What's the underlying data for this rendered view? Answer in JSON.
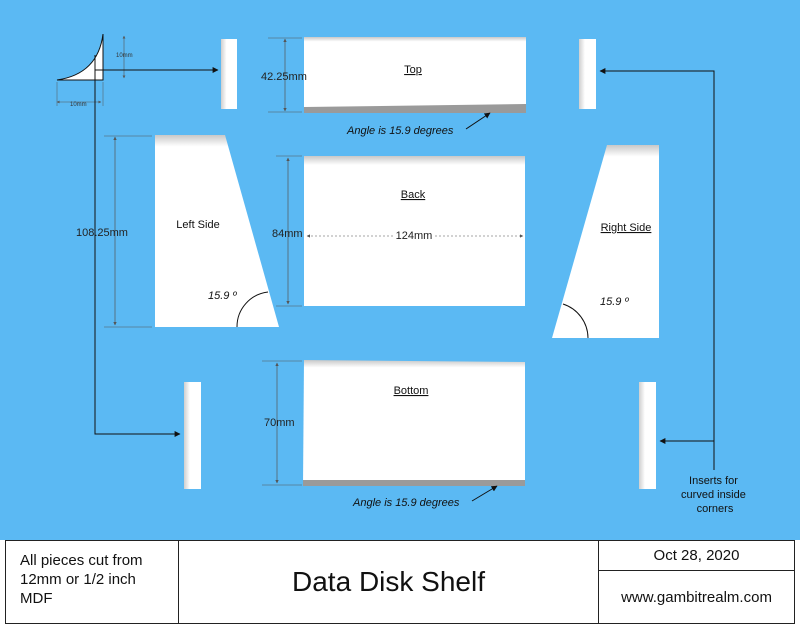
{
  "colors": {
    "background": "#5bb9f3",
    "panel": "#ffffff",
    "edge_bevel": "#9a9a9a",
    "line": "#111111",
    "dimension_line": "#555555"
  },
  "pieces": {
    "top": "Top",
    "back": "Back",
    "bottom": "Bottom",
    "left_side": "Left Side",
    "right_side": "Right Side"
  },
  "dimensions": {
    "insert_height": "10mm",
    "insert_width": "10mm",
    "top_height": "42.25mm",
    "side_height": "108.25mm",
    "back_height": "84mm",
    "back_width": "124mm",
    "bottom_height": "70mm"
  },
  "annotations": {
    "top_angle": "Angle is 15.9 degrees",
    "bottom_angle": "Angle is 15.9 degrees",
    "left_angle": "15.9 º",
    "right_angle": "15.9 º",
    "inserts_note": [
      "Inserts for",
      "curved inside",
      "corners"
    ]
  },
  "title_block": {
    "material": [
      "All pieces cut from",
      "12mm or 1/2 inch",
      "MDF"
    ],
    "title": "Data Disk Shelf",
    "date": "Oct 28, 2020",
    "website": "www.gambitrealm.com"
  }
}
